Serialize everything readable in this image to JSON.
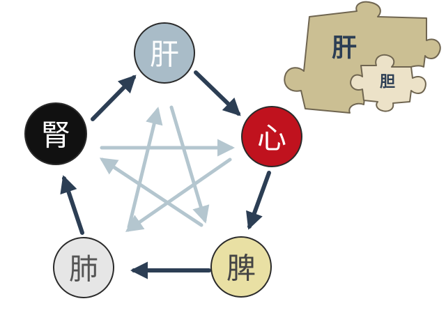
{
  "organs": {
    "liver": {
      "label": "肝",
      "fill": "#a9bcc8",
      "text_color": "#ffffff"
    },
    "heart": {
      "label": "心",
      "fill": "#c0121e",
      "text_color": "#ffffff"
    },
    "spleen": {
      "label": "脾",
      "fill": "#e9e0a4",
      "text_color": "#444444"
    },
    "lung": {
      "label": "肺",
      "fill": "#e6e6e6",
      "text_color": "#555555"
    },
    "kidney": {
      "label": "腎",
      "fill": "#111111",
      "text_color": "#ffffff"
    }
  },
  "cycle_color": "#2c3e54",
  "star_color": "#b4c6cf",
  "puzzle": {
    "big_label": "肝",
    "small_label": "胆",
    "big_fill": "#cbbf93",
    "small_fill": "#ece2c8",
    "text_color": "#2c3e54"
  }
}
